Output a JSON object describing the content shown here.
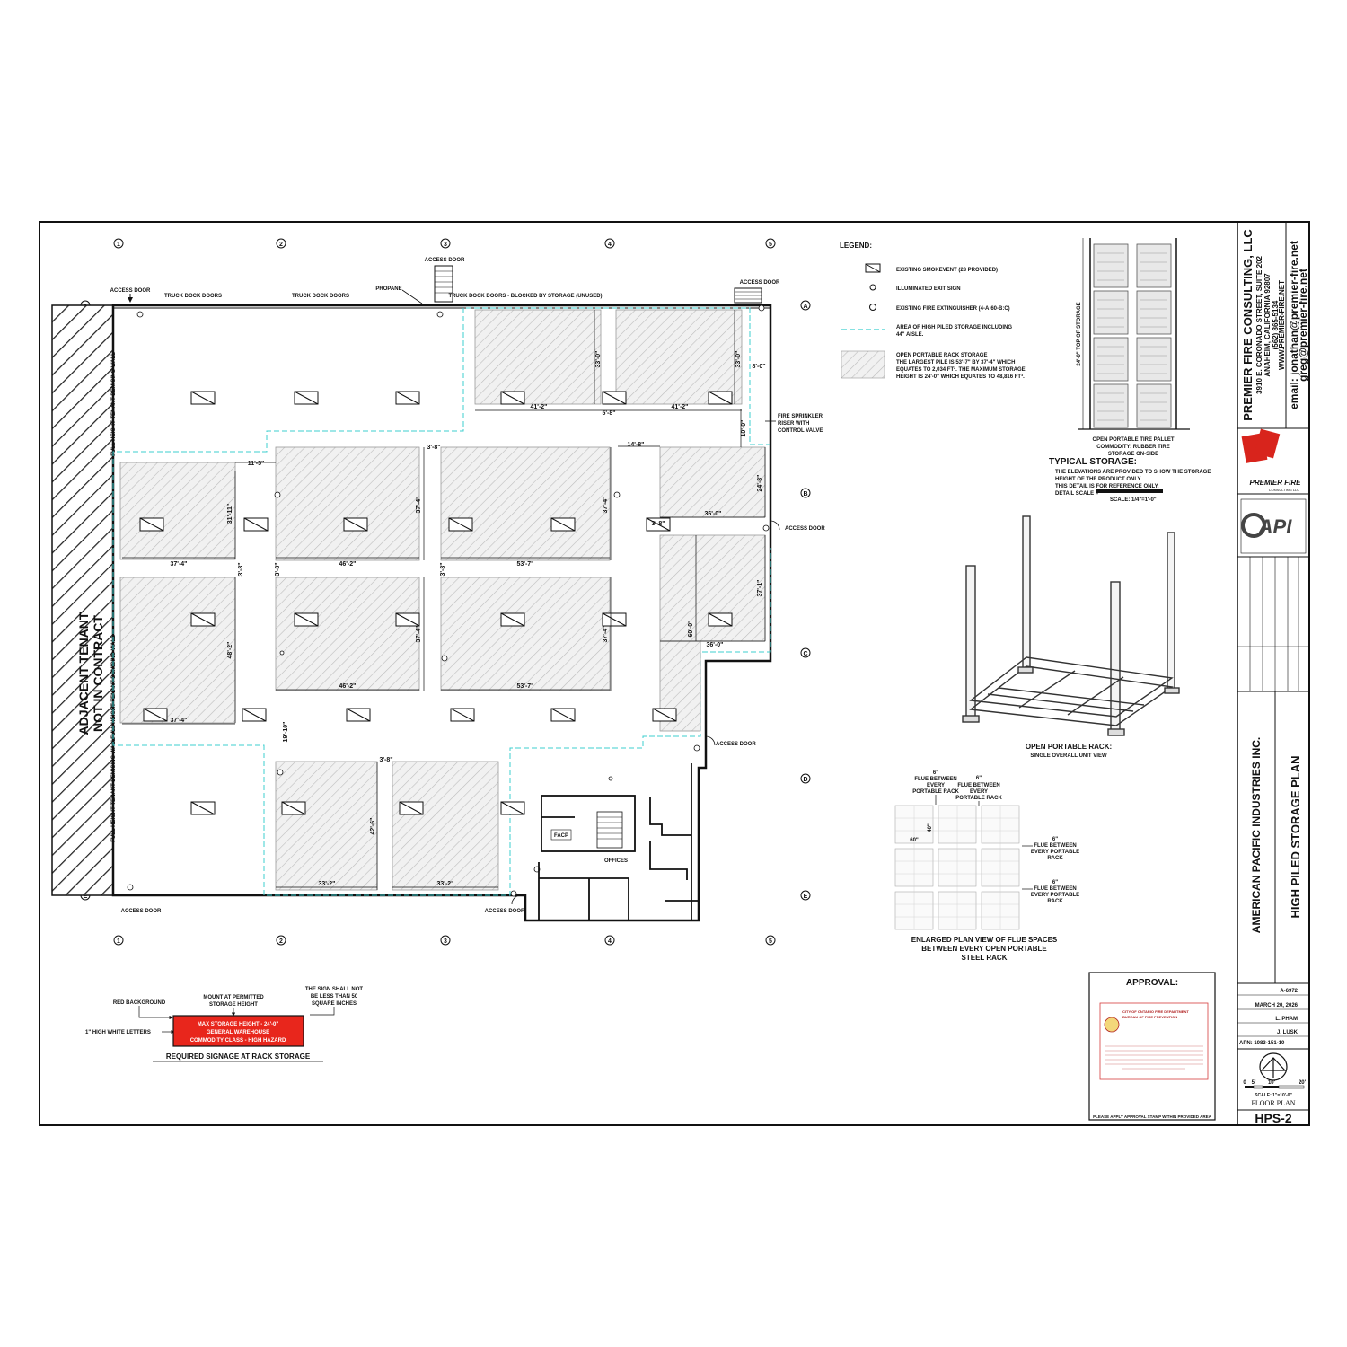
{
  "grid": {
    "columns": [
      "1",
      "2",
      "3",
      "4",
      "5"
    ],
    "rows": [
      "A",
      "B",
      "C",
      "D",
      "E"
    ]
  },
  "plan_labels": {
    "access_door": "ACCESS DOOR",
    "truck_dock_doors": "TRUCK DOCK DOORS",
    "truck_dock_blocked": "TRUCK DOCK DOORS - BLOCKED BY STORAGE (UNUSED)",
    "propane": "PROPANE",
    "adjacent_tenant_1": "ADJACENT TENANT",
    "adjacent_tenant_2": "NOT IN CONTRACT",
    "demising_wall_1": "FULL HEIGHT TENANT DEMISING WALL",
    "demising_wall_2": "FULL HEIGHT TENANT DEMISING WALL",
    "demising_wall_3": "FULL HEIGHT TENANT DEMISING WALL",
    "riser_1": "FIRE SPRINKLER",
    "riser_2": "RISER WITH",
    "riser_3": "CONTROL VALVE",
    "facp": "FACP",
    "offices": "OFFICES"
  },
  "dimensions": {
    "d1": "33'-0\"",
    "d2": "33'-0\"",
    "d3": "41'-2\"",
    "d4": "5'-8\"",
    "d5": "41'-2\"",
    "d6": "8'-0\"",
    "d7": "10'-0\"",
    "d8": "11'-5\"",
    "d9": "3'-8\"",
    "d10": "14'-8\"",
    "d11": "31'-11\"",
    "d12": "37'-4\"",
    "d13": "37'-4\"",
    "d14": "24'-8\"",
    "d15": "36'-0\"",
    "d16": "3'-8\"",
    "d17": "37'-4\"",
    "d18": "46'-2\"",
    "d19": "53'-7\"",
    "d20": "3'-8\"",
    "d21": "3'-8\"",
    "d22": "3'-8\"",
    "d23": "48'-2\"",
    "d24": "37'-4\"",
    "d25": "37'-4\"",
    "d26": "60'-0\"",
    "d27": "37'-1\"",
    "d28": "36'-0\"",
    "d29": "46'-2\"",
    "d30": "53'-7\"",
    "d31": "37'-4\"",
    "d32": "19'-10\"",
    "d33": "3'-8\"",
    "d34": "42'-6\"",
    "d35": "33'-2\"",
    "d36": "33'-2\""
  },
  "legend": {
    "title": "LEGEND:",
    "smoke_vent": "EXISTING SMOKEVENT (28 PROVIDED)",
    "exit_sign": "ILLUMINATED EXIT SIGN",
    "extinguisher": "EXISTING FIRE EXTINGUISHER (4-A:60-B:C)",
    "hps_area_1": "AREA OF HIGH PILED STORAGE INCLUDING",
    "hps_area_2": "44\" AISLE.",
    "rack_1": "OPEN PORTABLE RACK STORAGE",
    "rack_2": "THE LARGEST PILE IS 53'-7\" BY 37'-4\" WHICH",
    "rack_3": "EQUATES TO 2,034 FT². THE MAXIMUM STORAGE",
    "rack_4": "HEIGHT IS 24'-0\" WHICH EQUATES TO 48,816 FT³."
  },
  "elevation": {
    "height_label": "24'-0\" TOP OF STORAGE",
    "caption_1": "OPEN PORTABLE TIRE PALLET",
    "caption_2": "COMMODITY: RUBBER TIRE",
    "caption_3": "STORAGE ON-SIDE",
    "typical_title": "TYPICAL STORAGE:",
    "typical_1": "THE ELEVATIONS ARE PROVIDED TO SHOW THE STORAGE",
    "typical_2": "HEIGHT OF THE PRODUCT ONLY.",
    "typical_3": "THIS DETAIL IS FOR REFERENCE ONLY.",
    "typical_4": "DETAIL SCALE =",
    "scale_text": "SCALE: 1/4\"=1'-0\""
  },
  "rack_view": {
    "title": "OPEN PORTABLE RACK:",
    "subtitle": "SINGLE OVERALL UNIT VIEW"
  },
  "flue": {
    "f1_1": "6\"",
    "f1_2": "FLUE BETWEEN",
    "f1_3": "EVERY",
    "f1_4": "PORTABLE RACK",
    "f2_1": "6\"",
    "f2_2": "FLUE BETWEEN",
    "f2_3": "EVERY",
    "f2_4": "PORTABLE RACK",
    "f3_1": "6\"",
    "f3_2": "FLUE BETWEEN",
    "f3_3": "EVERY PORTABLE",
    "f3_4": "RACK",
    "f4_1": "6\"",
    "f4_2": "FLUE BETWEEN",
    "f4_3": "EVERY PORTABLE",
    "f4_4": "RACK",
    "dim_40": "40\"",
    "dim_60": "60\"",
    "title_1": "ENLARGED PLAN VIEW OF FLUE SPACES",
    "title_2": "BETWEEN EVERY OPEN PORTABLE",
    "title_3": "STEEL RACK"
  },
  "signage": {
    "red_background": "RED BACKGROUND",
    "mount_1": "MOUNT AT PERMITTED",
    "mount_2": "STORAGE HEIGHT",
    "sign_size_1": "THE SIGN SHALL NOT",
    "sign_size_2": "BE LESS THAN 50",
    "sign_size_3": "SQUARE INCHES",
    "white_letters": "1\" HIGH WHITE LETTERS",
    "line_1": "MAX STORAGE HEIGHT - 24'-0\"",
    "line_2": "GENERAL WAREHOUSE",
    "line_3": "COMMODITY CLASS - HIGH HAZARD",
    "title": "REQUIRED SIGNAGE AT RACK STORAGE",
    "color": "#e8261c"
  },
  "approval": {
    "title": "APPROVAL:",
    "stamp_1": "CITY OF ONTARIO FIRE DEPARTMENT",
    "stamp_2": "BUREAU OF FIRE PREVENTION",
    "footer": "PLEASE APPLY APPROVAL STAMP WITHIN PROVIDED AREA"
  },
  "title_block": {
    "company": "PREMIER FIRE CONSULTING, LLC",
    "address_1": "3910 E. CORONADO STREET, SUITE 202",
    "address_2": "ANAHEIM, CALIFORNIA 92807",
    "phone": "(562) 865-5134",
    "website": "WWW.PREMIER-FIRE.NET",
    "email_1": "email: jonathan@premier-fire.net",
    "email_2": "greg@premier-fire.net",
    "logo_name": "PREMIER FIRE",
    "logo_sub": "CONSULTING LLC",
    "api_logo": "API",
    "client": "AMERICAN PACIFIC INDUSTRIES INC.",
    "sheet_title": "HIGH PILED STORAGE PLAN",
    "job_number": "A-6972",
    "date": "MARCH 20, 2026",
    "drawn_by": "L. PHAM",
    "reviewed_by": "J. LUSK",
    "apn": "APN: 1083-151-10",
    "scale_label": "FLOOR PLAN",
    "scale_text": "SCALE: 1\"=10'-0\"",
    "scale_0": "0",
    "scale_5": "5'",
    "scale_10": "10'",
    "scale_20": "20'",
    "sheet_number": "HPS-2",
    "brand_red": "#d8241c",
    "hps_line_color": "#3ccfcf"
  }
}
